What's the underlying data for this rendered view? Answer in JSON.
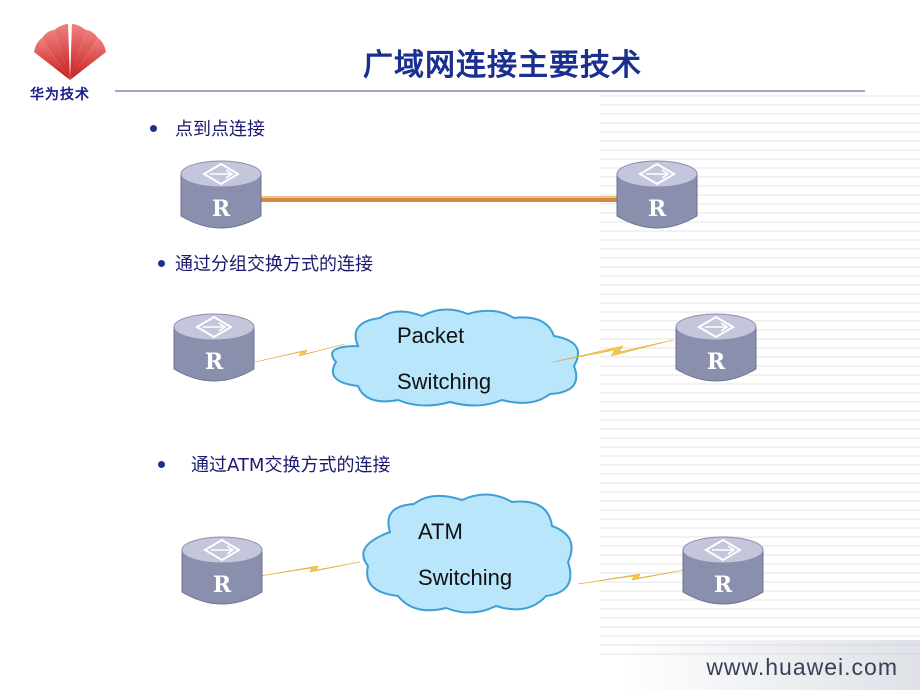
{
  "title": "广域网连接主要技术",
  "logo": {
    "name": "华为技术"
  },
  "footer": {
    "url": "www.huawei.com"
  },
  "sections": [
    {
      "label": "点到点连接",
      "cloud": null
    },
    {
      "label": "通过分组交换方式的连接",
      "cloud": {
        "line1": "Packet",
        "line2": "Switching"
      }
    },
    {
      "label": "通过ATM交换方式的连接",
      "cloud": {
        "line1": "ATM",
        "line2": "Switching"
      }
    }
  ],
  "router": {
    "letter": "R"
  },
  "colors": {
    "title": "#1a2f8f",
    "router_body": "#8a8fae",
    "router_top": "#c4c6dc",
    "cloud": "#b9e6fb",
    "cloud_border": "#3d9fd6",
    "link": "#d08a3f",
    "lightning": "#f2c94c"
  },
  "icons": [
    "router-icon",
    "cloud-icon",
    "lightning-icon",
    "huawei-logo-icon"
  ]
}
